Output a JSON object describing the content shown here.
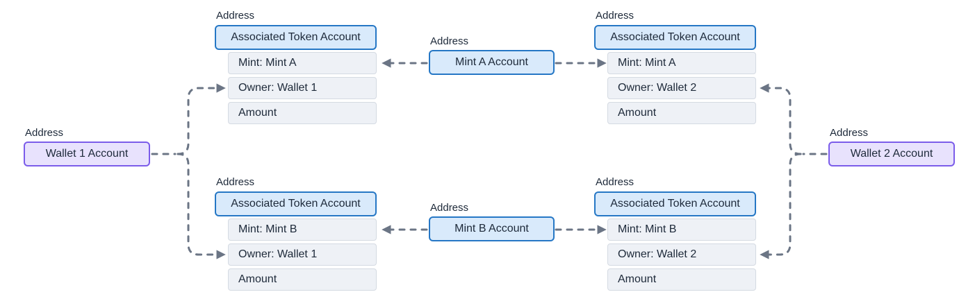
{
  "colors": {
    "blue_border": "#2577c5",
    "blue_bg": "#d9eafb",
    "purple_border": "#7b5cea",
    "purple_bg": "#e8e2fd",
    "row_bg": "#eef1f6",
    "row_border": "#d4dae2",
    "line": "#6b7585",
    "text": "#1d2939",
    "background": "#ffffff"
  },
  "wallets": {
    "wallet1": {
      "address_label": "Address",
      "label": "Wallet 1 Account"
    },
    "wallet2": {
      "address_label": "Address",
      "label": "Wallet 2 Account"
    }
  },
  "mints": {
    "mintA": {
      "address_label": "Address",
      "label": "Mint A Account"
    },
    "mintB": {
      "address_label": "Address",
      "label": "Mint B Account"
    }
  },
  "token_accounts": {
    "wallet1_mintA": {
      "address_label": "Address",
      "header": "Associated Token Account",
      "rows": [
        "Mint: Mint A",
        "Owner: Wallet 1",
        "Amount"
      ]
    },
    "wallet2_mintA": {
      "address_label": "Address",
      "header": "Associated Token Account",
      "rows": [
        "Mint: Mint A",
        "Owner: Wallet 2",
        "Amount"
      ]
    },
    "wallet1_mintB": {
      "address_label": "Address",
      "header": "Associated Token Account",
      "rows": [
        "Mint: Mint B",
        "Owner: Wallet 1",
        "Amount"
      ]
    },
    "wallet2_mintB": {
      "address_label": "Address",
      "header": "Associated Token Account",
      "rows": [
        "Mint: Mint B",
        "Owner: Wallet 2",
        "Amount"
      ]
    }
  }
}
